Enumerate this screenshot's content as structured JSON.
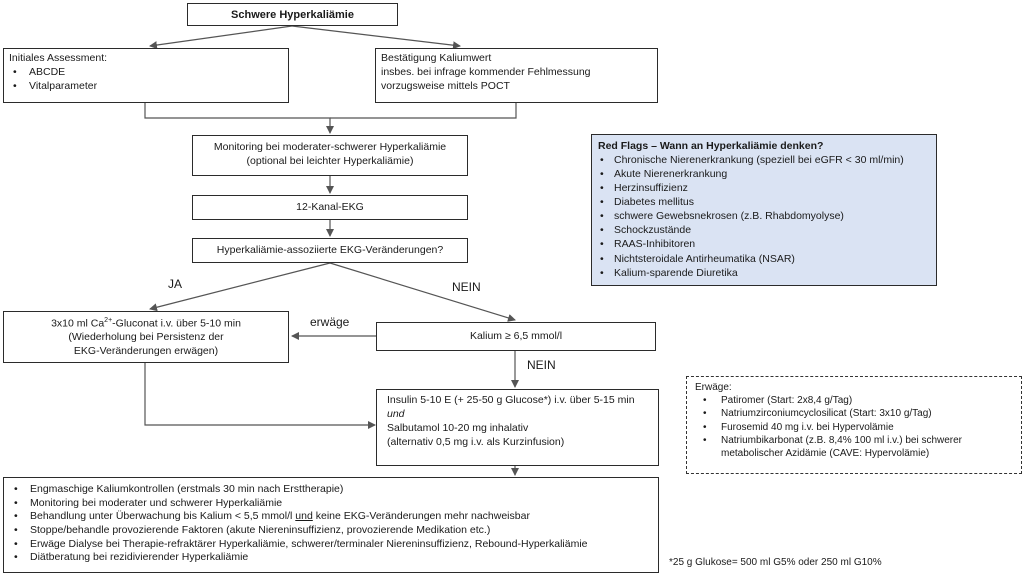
{
  "title": "Schwere Hyperkaliämie",
  "assessment": {
    "heading": "Initiales Assessment:",
    "items": [
      "ABCDE",
      "Vitalparameter"
    ]
  },
  "confirm": {
    "lines": [
      "Bestätigung Kaliumwert",
      "insbes. bei infrage kommender Fehlmessung",
      "vorzugsweise mittels POCT"
    ]
  },
  "monitoring": {
    "lines": [
      "Monitoring bei moderater-schwerer Hyperkaliämie",
      "(optional bei leichter Hyperkaliämie)"
    ]
  },
  "ekg": "12-Kanal-EKG",
  "question": "Hyperkaliämie-assoziierte EKG-Veränderungen?",
  "labels": {
    "ja": "JA",
    "nein": "NEIN",
    "erwaege": "erwäge",
    "nein2": "NEIN"
  },
  "gluconat": {
    "line1_pre": "3x10 ml Ca",
    "line1_sup": "2+",
    "line1_post": "-Gluconat i.v. über 5-10 min",
    "line2": "(Wiederholung bei Persistenz der",
    "line3": "EKG-Veränderungen erwägen)"
  },
  "kalium": "Kalium ≥ 6,5 mmol/l",
  "insulin": {
    "line1": "Insulin 5-10 E (+ 25-50 g Glucose*) i.v. über 5-15 min",
    "line2": "und",
    "line3": "Salbutamol 10-20 mg inhalativ",
    "line4": "(alternativ 0,5 mg i.v. als Kurzinfusion)"
  },
  "red_flags": {
    "title": "Red Flags – Wann an Hyperkaliämie denken?",
    "items": [
      "Chronische Nierenerkrankung (speziell bei eGFR < 30 ml/min)",
      "Akute Nierenerkrankung",
      "Herzinsuffizienz",
      "Diabetes mellitus",
      "schwere Gewebsnekrosen (z.B. Rhabdomyolyse)",
      "Schockzustände",
      "RAAS-Inhibitoren",
      "Nichtsteroidale Antirheumatika (NSAR)",
      "Kalium-sparende Diuretika"
    ]
  },
  "consider": {
    "title": "Erwäge:",
    "items": [
      "Patiromer (Start: 2x8,4 g/Tag)",
      "Natriumzirconiumcyclosilicat (Start: 3x10 g/Tag)",
      "Furosemid 40 mg i.v. bei Hypervolämie",
      "Natriumbikarbonat (z.B. 8,4% 100 ml i.v.) bei schwerer",
      "metabolischer Azidämie (CAVE: Hypervolämie)"
    ]
  },
  "followup": {
    "items": [
      "Engmaschige Kaliumkontrollen (erstmals 30 min nach Ersttherapie)",
      "Monitoring bei moderater und schwerer Hyperkaliämie",
      "Stoppe/behandle provozierende Faktoren (akute Niereninsuffizienz, provozierende Medikation etc.)",
      "Erwäge Dialyse bei Therapie-refraktärer  Hyperkaliämie, schwerer/terminaler Niereninsuffizienz, Rebound-Hyperkaliämie",
      "Diätberatung bei rezidivierender Hyperkaliämie"
    ],
    "special_pre": "Behandlung unter Überwachung bis Kalium < 5,5 mmol/l ",
    "special_und": "und",
    "special_post": " keine EKG-Veränderungen mehr nachweisbar"
  },
  "footnote": "*25 g Glukose= 500 ml G5% oder 250 ml G10%",
  "colors": {
    "red_flags_bg": "#dae3f3",
    "line": "#555555"
  }
}
